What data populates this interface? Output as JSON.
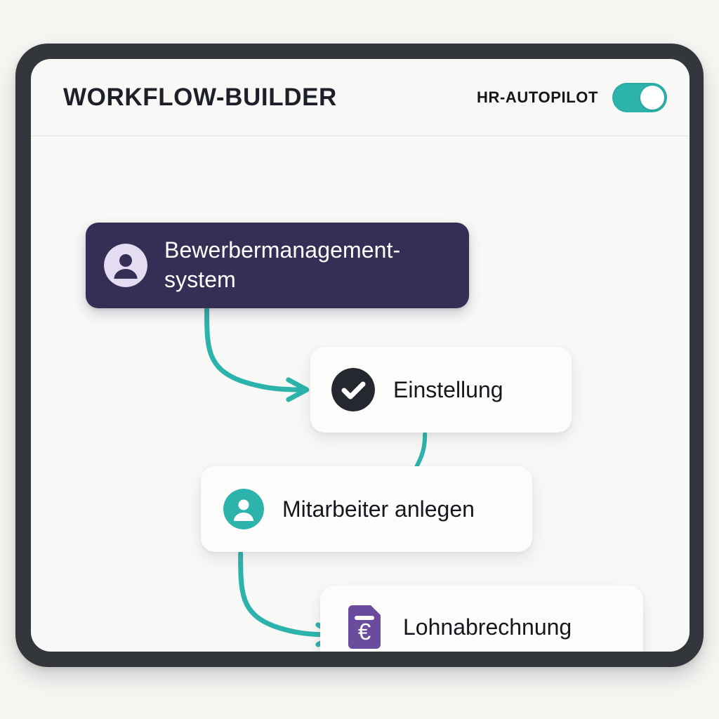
{
  "header": {
    "title": "WORKFLOW-BUILDER",
    "autopilot_label": "HR-AUTOPILOT",
    "autopilot_state": "on"
  },
  "colors": {
    "background": "#f7f6f3",
    "frame": "#33363b",
    "screen": "#f8f8f6",
    "accent_teal": "#2cb3ab",
    "node_dark_purple": "#352f56",
    "node_white": "#fcfcfb",
    "icon_lavender": "#e4dcf0",
    "icon_dark": "#25282e",
    "icon_purple": "#6b4b9e",
    "text_dark": "#15181f",
    "divider": "#e3e3e0"
  },
  "workflow": {
    "nodes": [
      {
        "id": "source",
        "label": "Bewerbermanagement-system",
        "label_line1": "Bewerbermanagement-",
        "label_line2": "system",
        "icon": "person-circle-icon",
        "style": "dark-purple"
      },
      {
        "id": "hiring",
        "label": "Einstellung",
        "icon": "check-circle-icon",
        "style": "white"
      },
      {
        "id": "create-employee",
        "label": "Mitarbeiter anlegen",
        "icon": "person-circle-teal-icon",
        "style": "white"
      },
      {
        "id": "payroll",
        "label": "Lohnabrechnung",
        "icon": "euro-invoice-icon",
        "style": "white"
      }
    ],
    "connectors": [
      {
        "from": "source",
        "to": "hiring",
        "type": "curved-arrow"
      },
      {
        "from": "hiring",
        "to": "create-employee",
        "type": "straight-line"
      },
      {
        "from": "create-employee",
        "to": "payroll",
        "type": "curved-arrow"
      }
    ]
  }
}
